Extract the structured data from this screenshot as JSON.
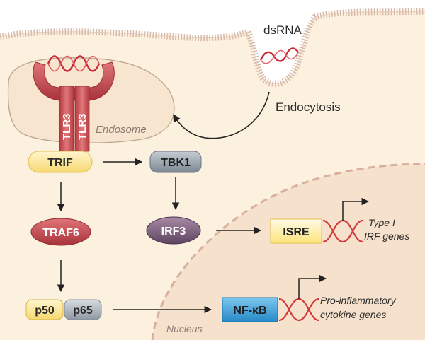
{
  "labels": {
    "dsrna": "dsRNA",
    "endocytosis": "Endocytosis",
    "endosome": "Endosome",
    "tlr3_left": "TLR3",
    "tlr3_right": "TLR3",
    "trif": "TRIF",
    "tbk1": "TBK1",
    "traf6": "TRAF6",
    "irf3": "IRF3",
    "isre": "ISRE",
    "p50": "p50",
    "p65": "p65",
    "nfkb": "NF-κB",
    "nucleus": "Nucleus",
    "type_i_line1": "Type I",
    "type_i_line2": "IRF genes",
    "proinf_line1": "Pro-inflammatory",
    "proinf_line2": "cytokine genes"
  },
  "colors": {
    "cytoplasm": "#fcf0de",
    "membrane_stroke": "#d8b9a8",
    "receptor_red": "#c8484e",
    "dna_red": "#d23a3c",
    "trif_yellow": "#fde9a3",
    "tbk1_gray": "#9aa3ad",
    "traf6_red": "#c8454a",
    "irf3_purple": "#7a5d79",
    "nfkb_blue": "#3aa1db",
    "isre_yellow": "#fde27a",
    "text_dark": "#2b2b2b",
    "text_gray": "#8a7a70"
  }
}
